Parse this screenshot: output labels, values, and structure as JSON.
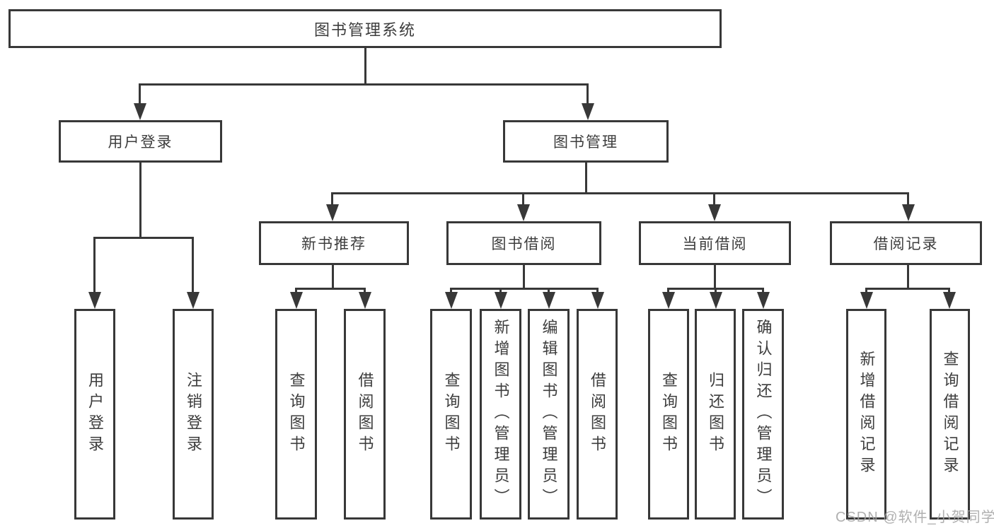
{
  "colors": {
    "line": "#383838",
    "text": "#3d3d3d",
    "background": "#ffffff",
    "watermark": "#a3a3a3"
  },
  "watermark": {
    "text": "CSDN @软件_小贺同学"
  },
  "tree": {
    "root": {
      "label": "图书管理系统"
    },
    "branches": [
      {
        "label": "用户登录",
        "children": [
          {
            "label": "用户登录"
          },
          {
            "label": "注销登录"
          }
        ]
      },
      {
        "label": "图书管理",
        "children": [
          {
            "label": "新书推荐",
            "children": [
              {
                "label": "查询图书"
              },
              {
                "label": "借阅图书"
              }
            ]
          },
          {
            "label": "图书借阅",
            "children": [
              {
                "label": "查询图书"
              },
              {
                "label": "新增图书（管理员）"
              },
              {
                "label": "编辑图书（管理员）"
              },
              {
                "label": "借阅图书"
              }
            ]
          },
          {
            "label": "当前借阅",
            "children": [
              {
                "label": "查询图书"
              },
              {
                "label": "归还图书"
              },
              {
                "label": "确认归还（管理员）"
              }
            ]
          },
          {
            "label": "借阅记录",
            "children": [
              {
                "label": "新增借阅记录"
              },
              {
                "label": "查询借阅记录"
              }
            ]
          }
        ]
      }
    ]
  }
}
